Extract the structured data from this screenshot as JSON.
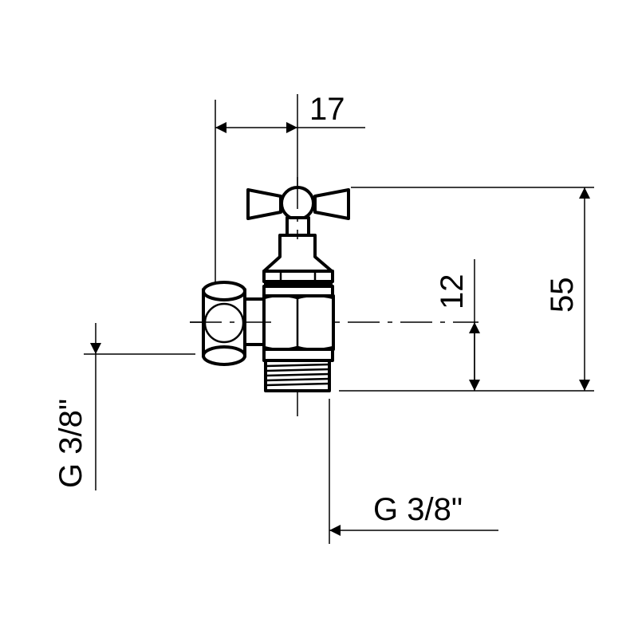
{
  "title": "Angle valve technical drawing",
  "dimensions": {
    "offset": "17",
    "height": "55",
    "center_height": "12",
    "inlet_thread": "G 3/8\"",
    "outlet_thread": "G 3/8\""
  },
  "colors": {
    "line": "#000000",
    "background": "#ffffff"
  }
}
